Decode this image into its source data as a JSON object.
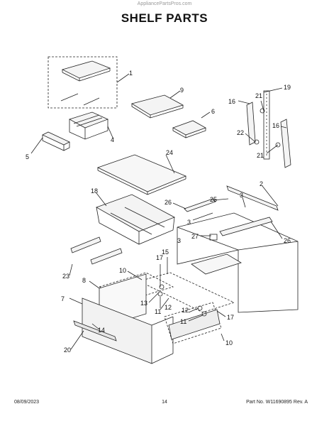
{
  "header": {
    "watermark": "AppliancePartsPros.com",
    "title": "SHELF PARTS"
  },
  "callouts": [
    "1",
    "9",
    "6",
    "16",
    "21",
    "19",
    "22",
    "21",
    "16",
    "4",
    "5",
    "24",
    "2",
    "18",
    "26",
    "25",
    "3",
    "3",
    "3",
    "27",
    "26",
    "17",
    "15",
    "10",
    "8",
    "7",
    "13",
    "11",
    "12",
    "14",
    "20",
    "12",
    "11",
    "17",
    "10",
    "23"
  ],
  "footer": {
    "date": "08/09/2023",
    "page": "14",
    "part_no": "Part No. W11690895  Rev. A"
  }
}
